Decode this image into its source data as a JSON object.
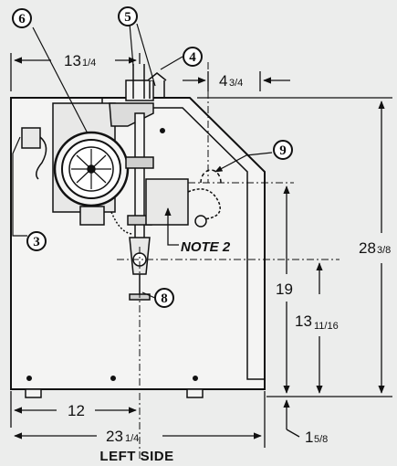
{
  "callouts": {
    "c3": "3",
    "c4": "4",
    "c5": "5",
    "c6": "6",
    "c8": "8",
    "c9": "9"
  },
  "dimensions": {
    "top_width_whole": "13",
    "top_width_frac": "1/4",
    "flue_offset_whole": "4",
    "flue_offset_frac": "3/4",
    "total_height_whole": "28",
    "total_height_frac": "3/8",
    "lower_height": "19",
    "mid_height_whole": "13",
    "mid_height_frac": "11/16",
    "base_offset": "12",
    "total_width_whole": "23",
    "total_width_frac": "1/4",
    "leg_height_whole": "1",
    "leg_height_frac": "5/8"
  },
  "note": "NOTE 2",
  "caption": "LEFT SIDE"
}
